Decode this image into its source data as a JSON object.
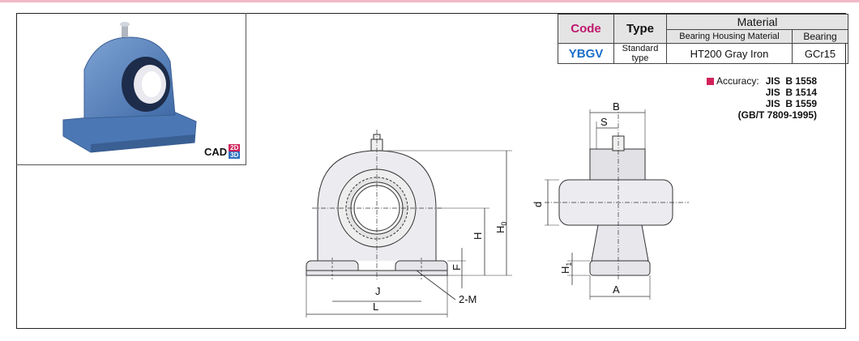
{
  "cad": {
    "label": "CAD",
    "badge_2d": "2D",
    "badge_3d": "3D"
  },
  "table": {
    "headers": {
      "code": "Code",
      "type": "Type",
      "material": "Material",
      "housing_material": "Bearing Housing Material",
      "bearing": "Bearing"
    },
    "row": {
      "code": "YBGV",
      "type": "Standard type",
      "housing_material": "HT200 Gray Iron",
      "bearing": "GCr15"
    }
  },
  "accuracy": {
    "label": "Accuracy:",
    "standards": [
      "JIS  B 1558",
      "JIS  B 1514",
      "JIS  B 1559",
      "(GB/T 7809-1995)"
    ]
  },
  "dimensions": {
    "front": {
      "H": "H",
      "H0": "H",
      "H0_sub": "0",
      "F": "F",
      "J": "J",
      "L": "L",
      "M": "2-M"
    },
    "side": {
      "B": "B",
      "S": "S",
      "d": "d",
      "H1": "H",
      "H1_sub": "1",
      "A": "A"
    }
  },
  "colors": {
    "code_header": "#c0186e",
    "code_value": "#1a6ec8",
    "badge_2d": "#d1235a",
    "badge_3d": "#2d6fc0",
    "housing": "#4b78b4"
  }
}
